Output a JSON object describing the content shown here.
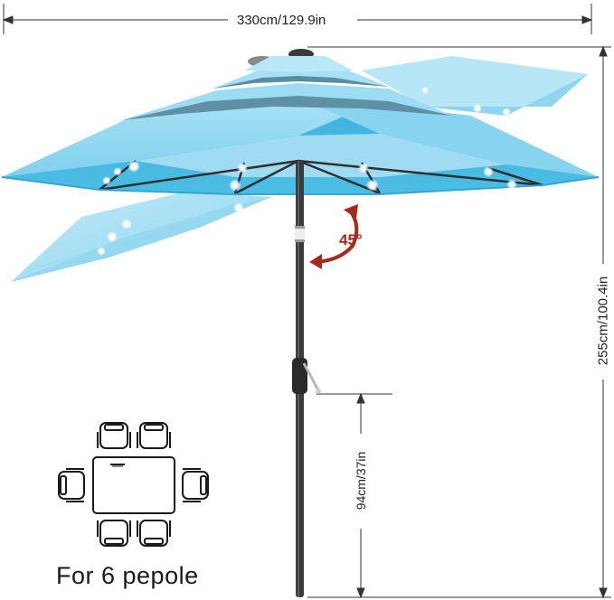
{
  "dimensions": {
    "width": "330cm/129.9in",
    "height": "255cm/100.4in",
    "pole_height": "94cm/37in",
    "tilt_angle": "45°"
  },
  "capacity": "For 6 pepole",
  "colors": {
    "canopy": "#5cc4e6",
    "canopy_light": "#b4e6f6",
    "pole": "#3b3b3b",
    "arrow": "#a52a1e"
  },
  "icons": [
    "umbrella-illustration",
    "dining-table-icon",
    "chair-icon",
    "tilt-arrow-icon"
  ]
}
